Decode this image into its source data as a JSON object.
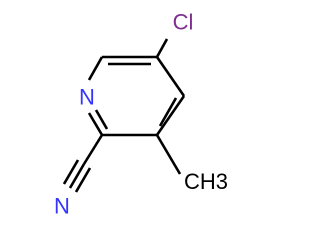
{
  "molecule": {
    "atoms": {
      "chlorine": {
        "label": "Cl",
        "color": "#7f2f90"
      },
      "ring_nitrogen": {
        "label": "N",
        "color": "#3535ff"
      },
      "nitrile_nitrogen": {
        "label": "N",
        "color": "#3535ff"
      },
      "methyl": {
        "label": "CH3",
        "color": "#000000"
      }
    }
  }
}
